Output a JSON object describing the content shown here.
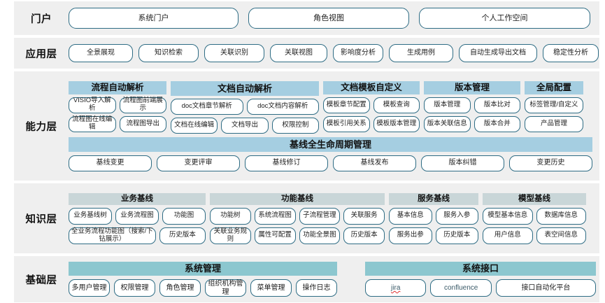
{
  "layers": [
    {
      "id": "portal",
      "label": "门户",
      "buttons": [
        "系统门户",
        "角色视图",
        "个人工作空间"
      ]
    },
    {
      "id": "application",
      "label": "应用层",
      "buttons": [
        "全景展现",
        "知识检索",
        "关联识别",
        "关联视图",
        "影响度分析",
        "生成用例",
        "自动生成导出文档",
        "稳定性分析"
      ]
    },
    {
      "id": "capability",
      "label": "能力层",
      "groups": [
        {
          "title": "流程自动解析",
          "rows": [
            [
              "VISIO导入解析",
              "流程图前端展示"
            ],
            [
              "流程图在线编辑",
              "流程图导出"
            ]
          ]
        },
        {
          "title": "文档自动解析",
          "rows": [
            [
              "doc文档章节解析",
              "doc文档内容解析"
            ],
            [
              "文档在线编辑",
              "文档导出",
              "权限控制"
            ]
          ]
        },
        {
          "title": "文档模板自定义",
          "rows": [
            [
              "模板章节配置",
              "模板查询"
            ],
            [
              "模板引用关系",
              "模板版本管理"
            ]
          ]
        },
        {
          "title": "版本管理",
          "rows": [
            [
              "版本管理",
              "版本比对"
            ],
            [
              "版本关联信息",
              "版本合并"
            ]
          ]
        },
        {
          "title": "全局配置",
          "rows": [
            [
              "标签管理/自定义"
            ],
            [
              "产品管理"
            ]
          ]
        }
      ],
      "baseline": {
        "title": "基线全生命周期管理",
        "buttons": [
          "基线变更",
          "变更评审",
          "基线修订",
          "基线发布",
          "版本纠错",
          "变更历史"
        ]
      }
    },
    {
      "id": "knowledge",
      "label": "知识层",
      "groups": [
        {
          "title": "业务基线",
          "rows": [
            [
              "业务基线树",
              "业务流程图",
              "功能图"
            ],
            [
              "全业务流程功能图（搜索/下钻展示）",
              "历史版本"
            ]
          ]
        },
        {
          "title": "功能基线",
          "rows": [
            [
              "功能树",
              "系统流程图",
              "子流程管理",
              "关联服务"
            ],
            [
              "关联业务规则",
              "属性可配置",
              "功能全景图",
              "历史版本"
            ]
          ]
        },
        {
          "title": "服务基线",
          "rows": [
            [
              "基本信息",
              "服务入参"
            ],
            [
              "服务出参",
              "历史版本"
            ]
          ]
        },
        {
          "title": "模型基线",
          "rows": [
            [
              "模型基本信息",
              "数据库信息"
            ],
            [
              "用户信息",
              "表空间信息"
            ]
          ]
        }
      ]
    },
    {
      "id": "foundation",
      "label": "基础层",
      "groups": [
        {
          "title": "系统管理",
          "rows": [
            [
              "多用户管理",
              "权限管理",
              "角色管理",
              "组织机构管理",
              "菜单管理",
              "操作日志"
            ]
          ]
        },
        {
          "title": "系统接口",
          "rows": [
            [
              "jira",
              "confluence",
              "接口自动化平台"
            ]
          ]
        }
      ]
    }
  ],
  "colors": {
    "band_bg": "#efefef",
    "button_border": "#2e6c84",
    "group_header_blue": "#a5cee1",
    "group_header_gray": "#c9d6d8",
    "group_header_teal": "#8cc7cf",
    "page_bg": "#ffffff"
  }
}
